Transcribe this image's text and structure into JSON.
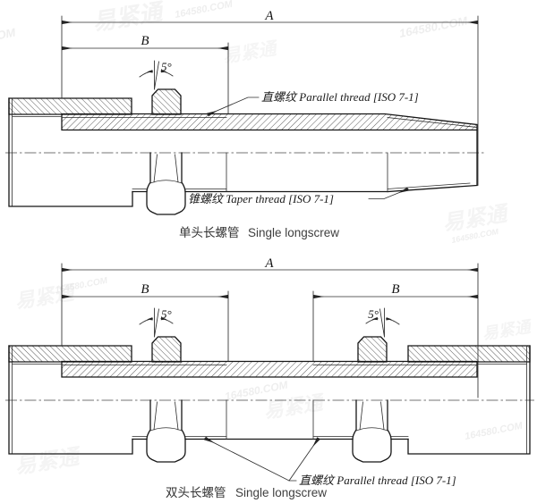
{
  "watermark": {
    "brand": "易紧通",
    "site": "164580.COM"
  },
  "top_diagram": {
    "dim_a": "A",
    "dim_b": "B",
    "angle": "5°",
    "label_parallel": "直螺纹 Parallel thread [ISO 7-1]",
    "label_taper": "锥螺纹 Taper thread [ISO 7-1]",
    "caption_zh": "单头长螺管",
    "caption_en": "Single longscrew"
  },
  "bottom_diagram": {
    "dim_a": "A",
    "dim_b_left": "B",
    "dim_b_right": "B",
    "angle_left": "5°",
    "angle_right": "5°",
    "label_parallel": "直螺纹 Parallel thread [ISO 7-1]",
    "caption_zh": "双头长螺管",
    "caption_en": "Single longscrew"
  },
  "colors": {
    "line": "#161616",
    "dimension": "#2e2e2e",
    "caption": "#3f3f3f",
    "watermark": "#c2c2c2",
    "background": "#ffffff"
  }
}
